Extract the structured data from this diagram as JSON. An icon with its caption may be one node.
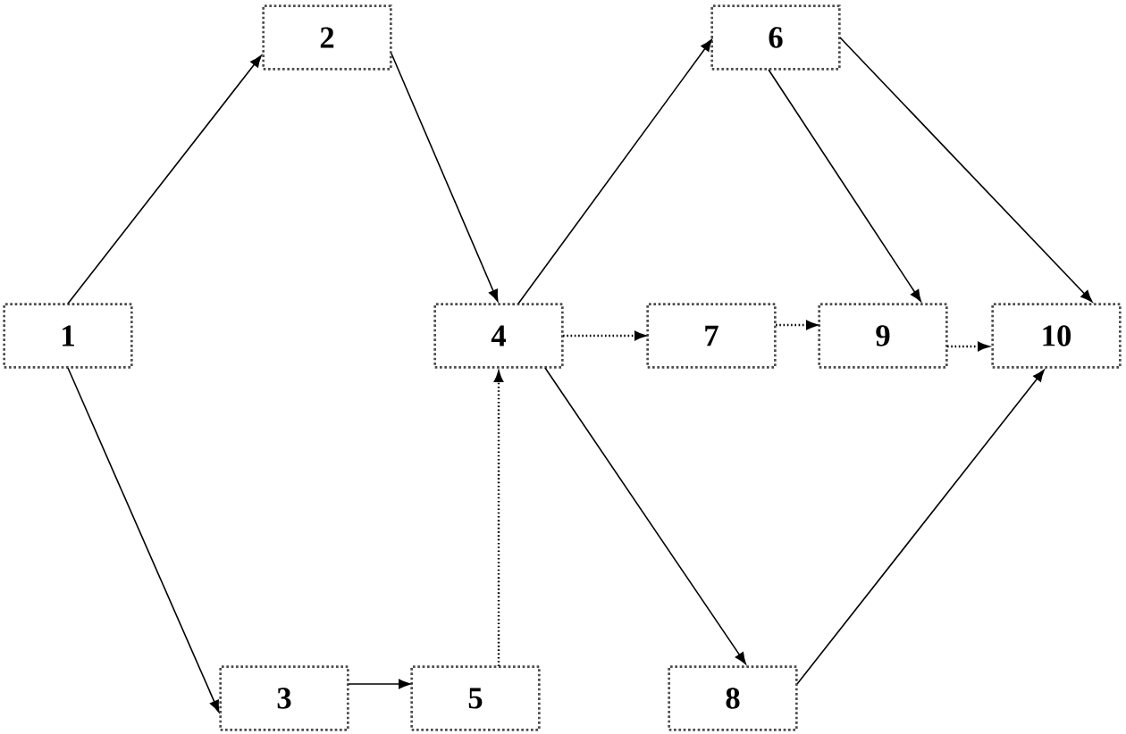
{
  "diagram": {
    "nodes": [
      {
        "text": [
          "1"
        ]
      },
      {
        "text": [
          "2"
        ]
      },
      {
        "text": [
          "3"
        ]
      },
      {
        "text": [
          "4"
        ]
      },
      {
        "text": [
          "5"
        ]
      },
      {
        "text": [
          "6"
        ]
      },
      {
        "text": [
          "7"
        ]
      },
      {
        "text": [
          "8"
        ]
      },
      {
        "text": [
          "9"
        ]
      },
      {
        "text": [
          "10"
        ]
      }
    ],
    "edges": [
      {
        "from": 0,
        "to": 1,
        "arrow": "to"
      },
      {
        "from": 0,
        "to": 2,
        "arrow": "to"
      },
      {
        "from": 1,
        "to": 3,
        "arrow": "to"
      },
      {
        "from": 2,
        "to": 4,
        "arrow": "to"
      },
      {
        "from": 4,
        "to": 3,
        "arrow": "to",
        "style": "dashed"
      },
      {
        "from": 3,
        "to": 5,
        "arrow": "to"
      },
      {
        "from": 3,
        "to": 6,
        "arrow": "to",
        "style": "dashed"
      },
      {
        "from": 3,
        "to": 7,
        "arrow": "to"
      },
      {
        "from": 5,
        "to": 8,
        "arrow": "to"
      },
      {
        "from": 5,
        "to": 9,
        "arrow": "to"
      },
      {
        "from": 6,
        "to": 8,
        "arrow": "to",
        "style": "dashed"
      },
      {
        "from": 8,
        "to": 9,
        "arrow": "to",
        "style": "dashed"
      },
      {
        "from": 7,
        "to": 9,
        "arrow": "to"
      }
    ]
  }
}
